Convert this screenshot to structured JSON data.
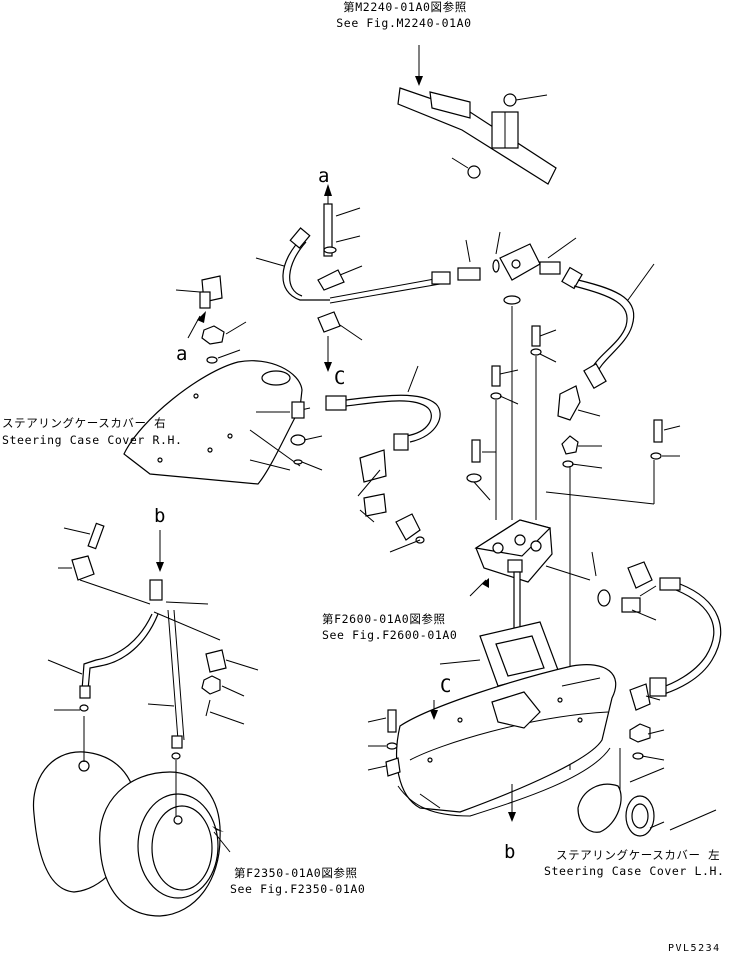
{
  "refs": {
    "m2240": {
      "jp": "第M2240-01A0図参照",
      "en": "See Fig.M2240-01A0"
    },
    "f2600": {
      "jp": "第F2600-01A0図参照",
      "en": "See Fig.F2600-01A0"
    },
    "f2350": {
      "jp": "第F2350-01A0図参照",
      "en": "See Fig.F2350-01A0"
    }
  },
  "covers": {
    "rh": {
      "jp": "ステアリングケースカバー 右",
      "en": "Steering Case Cover R.H."
    },
    "lh": {
      "jp": "ステアリングケースカバー 左",
      "en": "Steering Case Cover L.H."
    }
  },
  "markers": {
    "a_top": "a",
    "a_left": "a",
    "b_top": "b",
    "b_bottom": "b",
    "c_mid": "C",
    "c_low": "C"
  },
  "footer": {
    "code": "PVL5234"
  }
}
